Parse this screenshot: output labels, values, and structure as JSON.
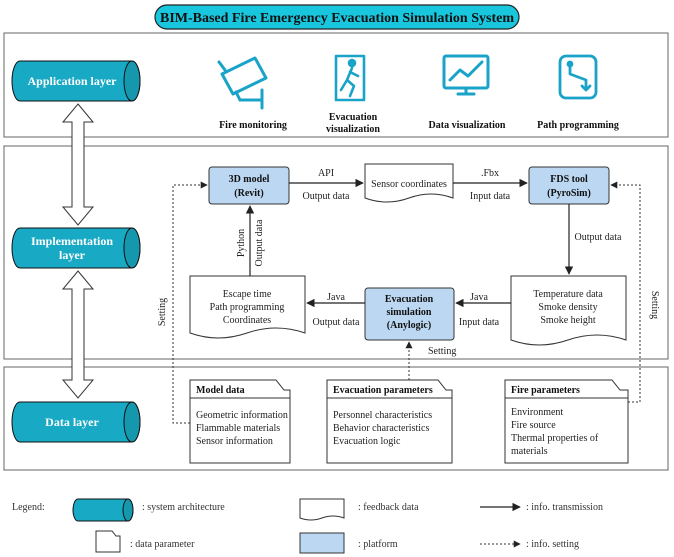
{
  "title": "BIM-Based Fire Emergency Evacuation Simulation System",
  "layers": {
    "application": "Application layer",
    "implementation_1": "Implementation",
    "implementation_2": "layer",
    "data": "Data layer"
  },
  "apps": [
    {
      "label": "Fire monitoring",
      "label2": "",
      "icon": "cctv-camera-icon"
    },
    {
      "label": "Evacuation",
      "label2": "visualization",
      "icon": "emergency-exit-icon"
    },
    {
      "label": "Data visualization",
      "label2": "",
      "icon": "monitor-chart-icon"
    },
    {
      "label": "Path programming",
      "label2": "",
      "icon": "route-map-icon"
    }
  ],
  "platforms": {
    "model_3d": {
      "line1": "3D model",
      "line2": "(Revit)"
    },
    "fds": {
      "line1": "FDS tool",
      "line2": "(PyroSim)"
    },
    "evac": {
      "line1": "Evacuation",
      "line2": "simulation",
      "line3": "(Anylogic)"
    }
  },
  "feedback": {
    "sensor": "Sensor coordinates",
    "escape": [
      "Escape time",
      "Path programming",
      "Coordinates"
    ],
    "temperature": [
      "Temperature data",
      "Smoke density",
      "Smoke height"
    ]
  },
  "edges": {
    "api": "API",
    "output_data": "Output data",
    "fbx": ".Fbx",
    "input_data": "Input data",
    "python": "Python",
    "java": "Java",
    "setting": "Setting"
  },
  "data_params": {
    "model": {
      "title": "Model data",
      "items": [
        "Geometric information",
        "Flammable materials",
        "Sensor information"
      ]
    },
    "evacuation": {
      "title": "Evacuation parameters",
      "items": [
        "Personnel characteristics",
        "Behavior characteristics",
        "Evacuation logic"
      ]
    },
    "fire": {
      "title": "Fire parameters",
      "items": [
        "Environment",
        "Fire source",
        "Thermal properties of",
        "materials"
      ]
    }
  },
  "legend": {
    "label": "Legend:",
    "system_architecture": ": system architecture",
    "feedback_data": ": feedback data",
    "info_transmission": ": info. transmission",
    "data_parameter": ": data parameter",
    "platform": ": platform",
    "info_setting": ": info. setting"
  },
  "colors": {
    "teal": "#18a9c4",
    "platform_blue": "#bcd7f2"
  }
}
